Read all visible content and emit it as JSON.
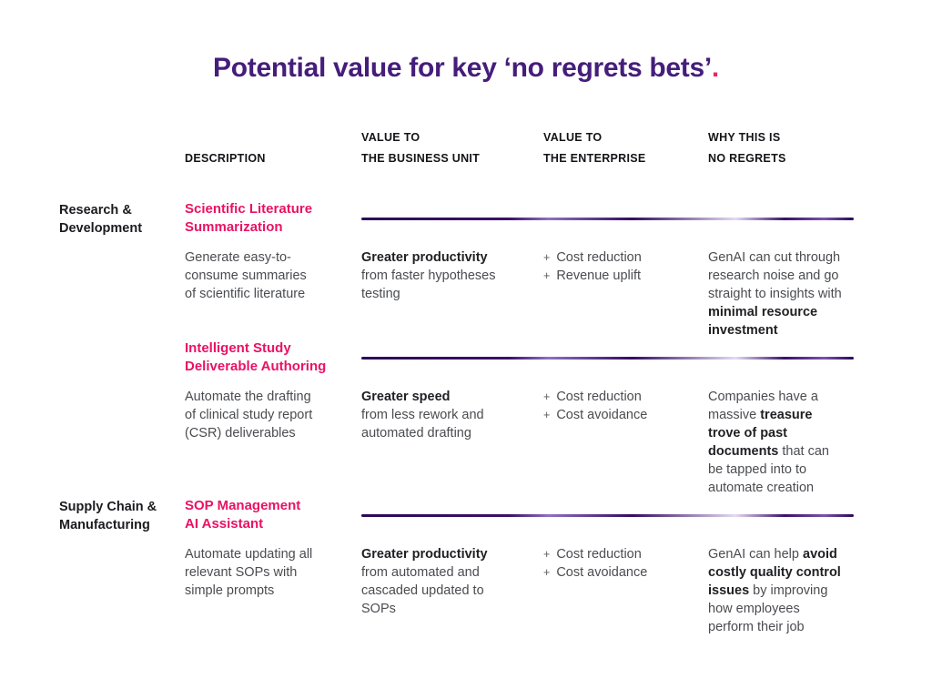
{
  "title": {
    "text": "Potential value for key ‘no regrets bets’",
    "period": "."
  },
  "bullet": "+",
  "colors": {
    "title_purple": "#451d7b",
    "accent_pink": "#ea1164",
    "divider_purple": "#2c0857",
    "body_gray": "#4a4c50",
    "emphasis_black": "#1f2023"
  },
  "header": {
    "description": "DESCRIPTION",
    "business_unit": "VALUE TO\nTHE BUSINESS UNIT",
    "enterprise": "VALUE TO\nTHE ENTERPRISE",
    "why": "WHY THIS IS\nNO REGRETS"
  },
  "rows": [
    {
      "group": "Research &\nDevelopment",
      "title": "Scientific Literature\nSummarization",
      "description": "Generate easy-to-\nconsume summaries\nof scientific literature",
      "bu_bold": "Greater productivity",
      "bu_detail": "from faster hypotheses\ntesting",
      "enterprise": [
        "Cost reduction",
        "Revenue uplift"
      ],
      "why": [
        {
          "t": "GenAI can cut through\nresearch noise and go\nstraight to insights with\n"
        },
        {
          "t": "minimal resource\ninvestment",
          "b": true
        }
      ]
    },
    {
      "group": "",
      "title": "Intelligent Study\nDeliverable Authoring",
      "description": "Automate the drafting\nof clinical study report\n(CSR) deliverables",
      "bu_bold": "Greater speed",
      "bu_detail": "from less rework and\nautomated drafting",
      "enterprise": [
        "Cost reduction",
        "Cost avoidance"
      ],
      "why": [
        {
          "t": "Companies have a\nmassive "
        },
        {
          "t": "treasure\ntrove of past\ndocuments",
          "b": true
        },
        {
          "t": " that can\nbe tapped into to\nautomate creation"
        }
      ]
    },
    {
      "group": "Supply Chain &\nManufacturing",
      "title": "SOP Management\nAI Assistant",
      "description": "Automate updating all\nrelevant SOPs with\nsimple prompts",
      "bu_bold": "Greater productivity",
      "bu_detail": "from automated and\ncascaded updated to\nSOPs",
      "enterprise": [
        "Cost reduction",
        "Cost avoidance"
      ],
      "why": [
        {
          "t": "GenAI can help "
        },
        {
          "t": "avoid\ncostly quality control\nissues",
          "b": true
        },
        {
          "t": " by improving\nhow employees\nperform their job"
        }
      ]
    }
  ]
}
